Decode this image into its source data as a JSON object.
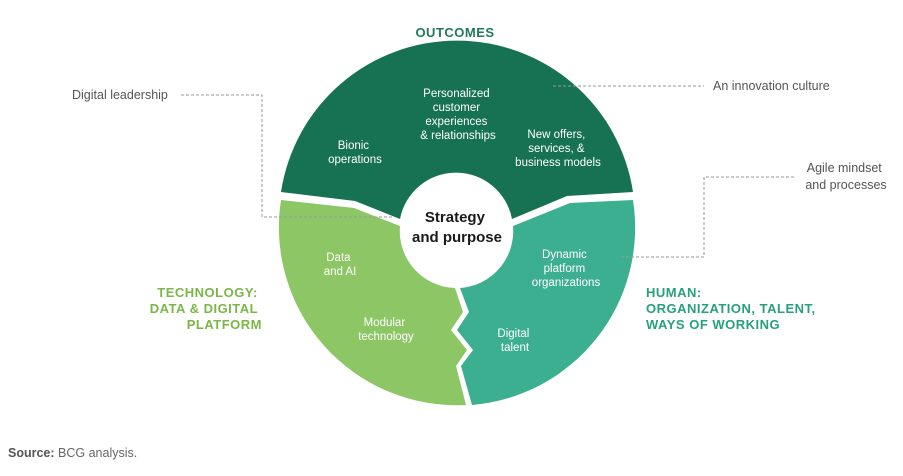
{
  "colors": {
    "outcomes": "#177253",
    "technology": "#8cc665",
    "human": "#3daf91",
    "heading_outcomes": "#1f7a57",
    "heading_technology": "#7ab648",
    "heading_human": "#27a07b",
    "callout_text": "#555555"
  },
  "outcomes": {
    "heading": "OUTCOMES",
    "items": [
      [
        "Personalized",
        "customer",
        "experiences",
        "& relationships"
      ],
      [
        "Bionic",
        "operations"
      ],
      [
        "New offers,",
        "services, &",
        "business models"
      ]
    ]
  },
  "technology": {
    "heading": [
      "TECHNOLOGY:",
      "DATA & DIGITAL",
      "PLATFORM"
    ],
    "items": [
      [
        "Data",
        "and AI"
      ],
      [
        "Modular",
        "technology"
      ]
    ]
  },
  "human": {
    "heading": [
      "HUMAN:",
      "ORGANIZATION, TALENT,",
      "WAYS OF WORKING"
    ],
    "items": [
      [
        "Dynamic",
        "platform",
        "organizations"
      ],
      [
        "Digital",
        "talent"
      ]
    ]
  },
  "center": [
    "Strategy",
    "and purpose"
  ],
  "callouts": {
    "digital_leadership": "Digital leadership",
    "innovation_culture": "An innovation culture",
    "agile": [
      "Agile mindset",
      "and processes"
    ]
  },
  "source": {
    "label": "Source:",
    "text": "BCG analysis."
  }
}
